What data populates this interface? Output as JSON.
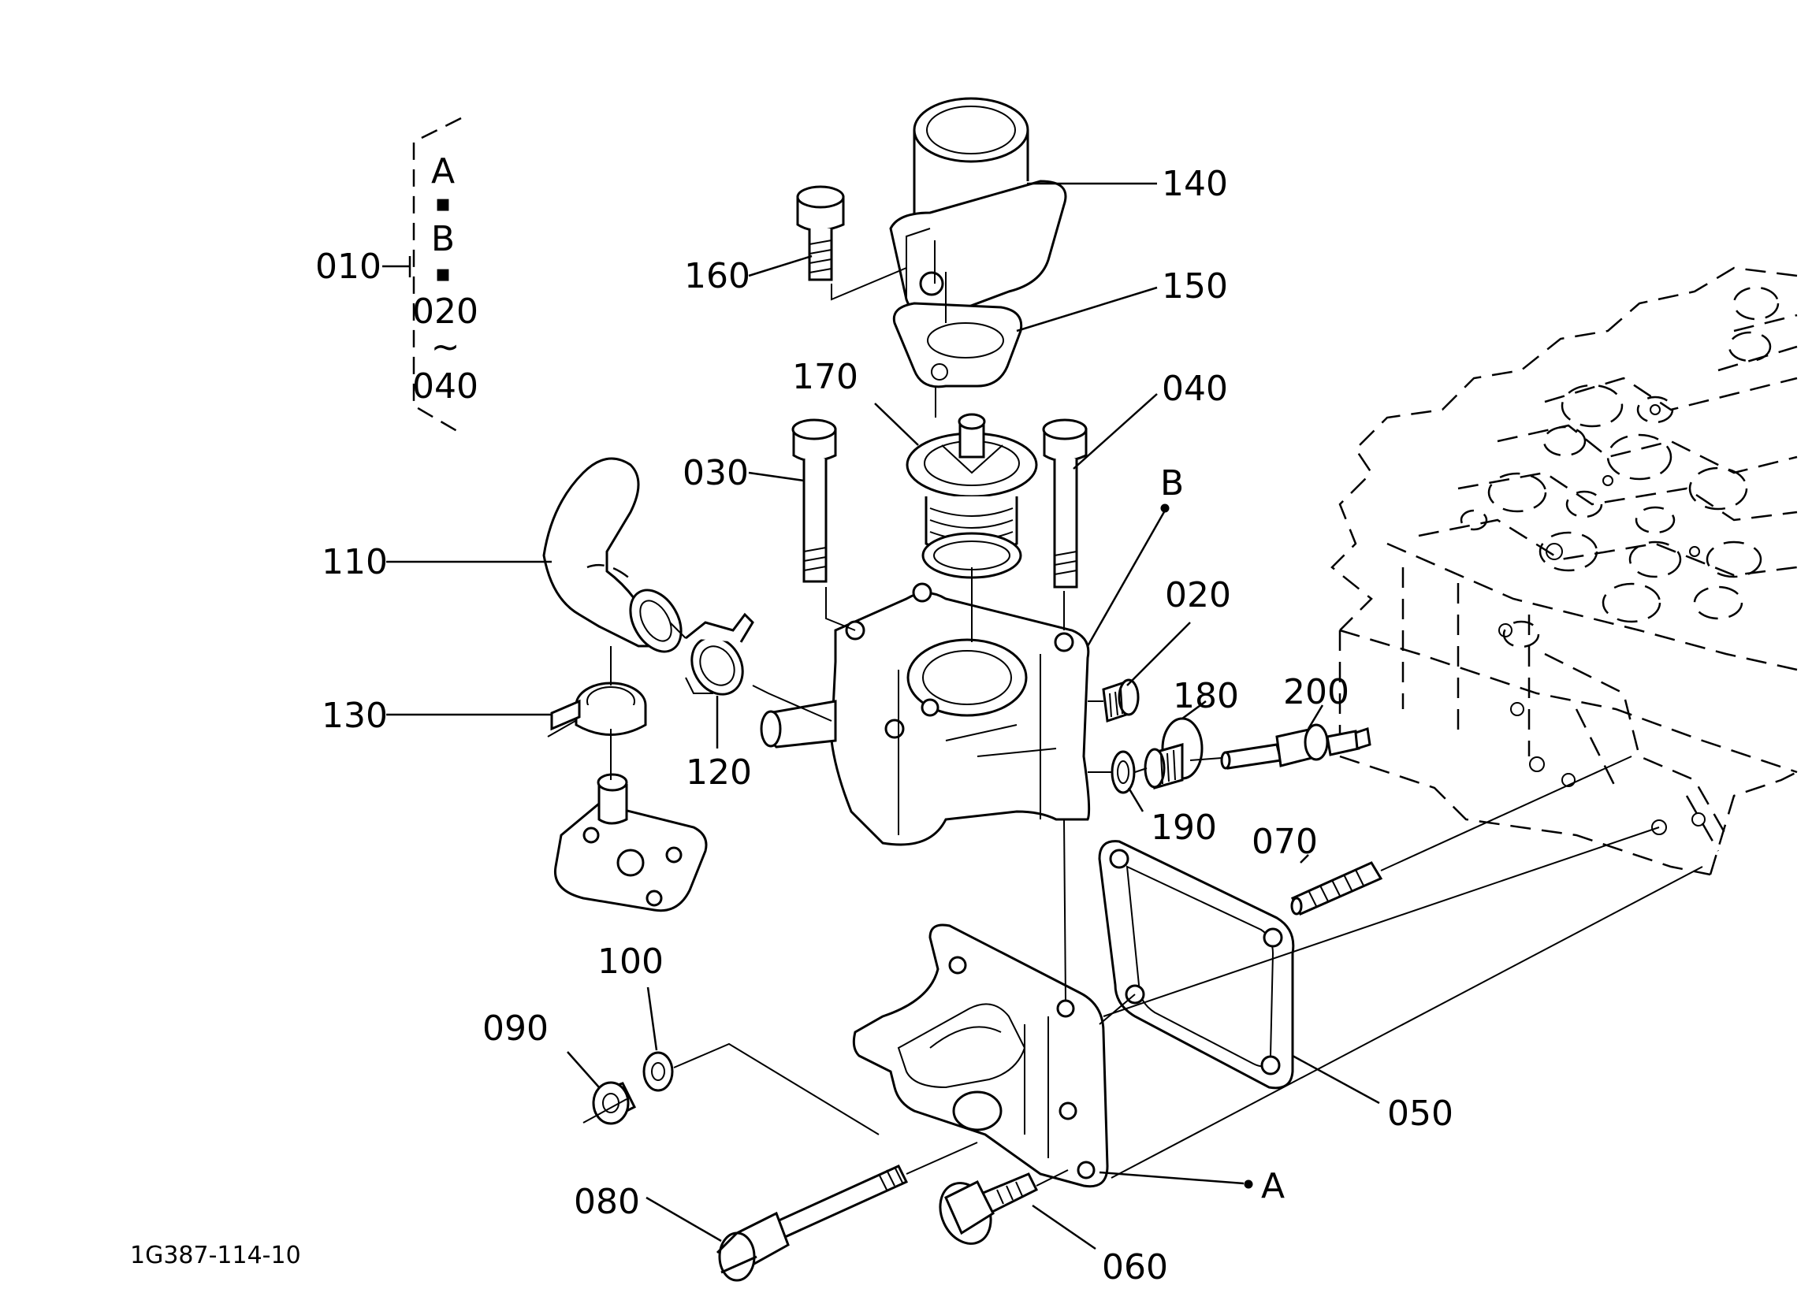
{
  "diagram": {
    "drawing_id": "1G387-114-10",
    "group_bracket": {
      "label": "010",
      "lines": [
        "A",
        "▪",
        "B",
        "▪",
        "020",
        "~",
        "040"
      ]
    },
    "callouts": [
      {
        "id": "c140",
        "text": "140"
      },
      {
        "id": "c160",
        "text": "160"
      },
      {
        "id": "c150",
        "text": "150"
      },
      {
        "id": "c170",
        "text": "170"
      },
      {
        "id": "c040",
        "text": "040"
      },
      {
        "id": "c030",
        "text": "030"
      },
      {
        "id": "cB",
        "text": "B"
      },
      {
        "id": "c110",
        "text": "110"
      },
      {
        "id": "c020",
        "text": "020"
      },
      {
        "id": "c180",
        "text": "180"
      },
      {
        "id": "c200",
        "text": "200"
      },
      {
        "id": "c130",
        "text": "130"
      },
      {
        "id": "c120",
        "text": "120"
      },
      {
        "id": "c190",
        "text": "190"
      },
      {
        "id": "c070",
        "text": "070"
      },
      {
        "id": "c100",
        "text": "100"
      },
      {
        "id": "c090",
        "text": "090"
      },
      {
        "id": "c050",
        "text": "050"
      },
      {
        "id": "cA",
        "text": "A"
      },
      {
        "id": "c080",
        "text": "080"
      },
      {
        "id": "c060",
        "text": "060"
      }
    ]
  }
}
